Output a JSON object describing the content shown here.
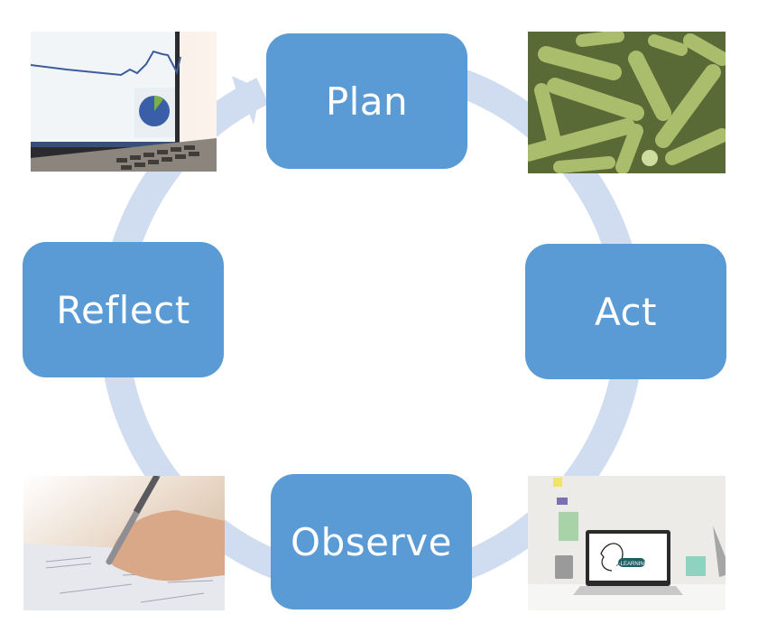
{
  "diagram": {
    "type": "cycle",
    "title": "",
    "direction": "clockwise",
    "colors": {
      "box_fill": "#5B9BD5",
      "box_text": "#FFFFFF",
      "ring": "#D0DCEF",
      "background": "#FFFFFF"
    },
    "stages": [
      {
        "id": "plan",
        "label": "Plan"
      },
      {
        "id": "act",
        "label": "Act"
      },
      {
        "id": "observe",
        "label": "Observe"
      },
      {
        "id": "reflect",
        "label": "Reflect"
      }
    ],
    "images": [
      {
        "id": "analytics",
        "description": "Laptop showing analytics line chart and pie chart"
      },
      {
        "id": "bacteria",
        "description": "Green rod-shaped bacteria micrograph"
      },
      {
        "id": "elearning",
        "description": "Laptop on desk showing e-learning logo",
        "screen_text": "E-LEARNING"
      },
      {
        "id": "writing",
        "description": "Hand with pen filling out a paper form"
      }
    ]
  }
}
